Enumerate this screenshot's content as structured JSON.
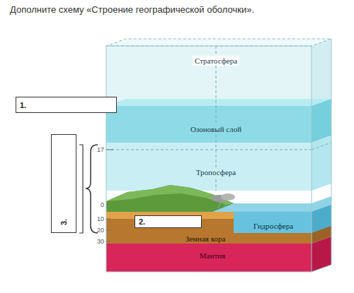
{
  "diagram": {
    "title": "Дополните схему «Строение географической оболочки».",
    "nodes": [
      {
        "text": [
          "1."
        ]
      },
      {
        "text": [
          "2."
        ]
      },
      {
        "text": [
          "3."
        ]
      }
    ],
    "labels": [
      "Стратосфера",
      "Озоновый слой",
      "Тропосфера",
      "Земная кора",
      "Гидросфера",
      "Мантия",
      "17",
      "0",
      "10",
      "20",
      "30"
    ]
  }
}
